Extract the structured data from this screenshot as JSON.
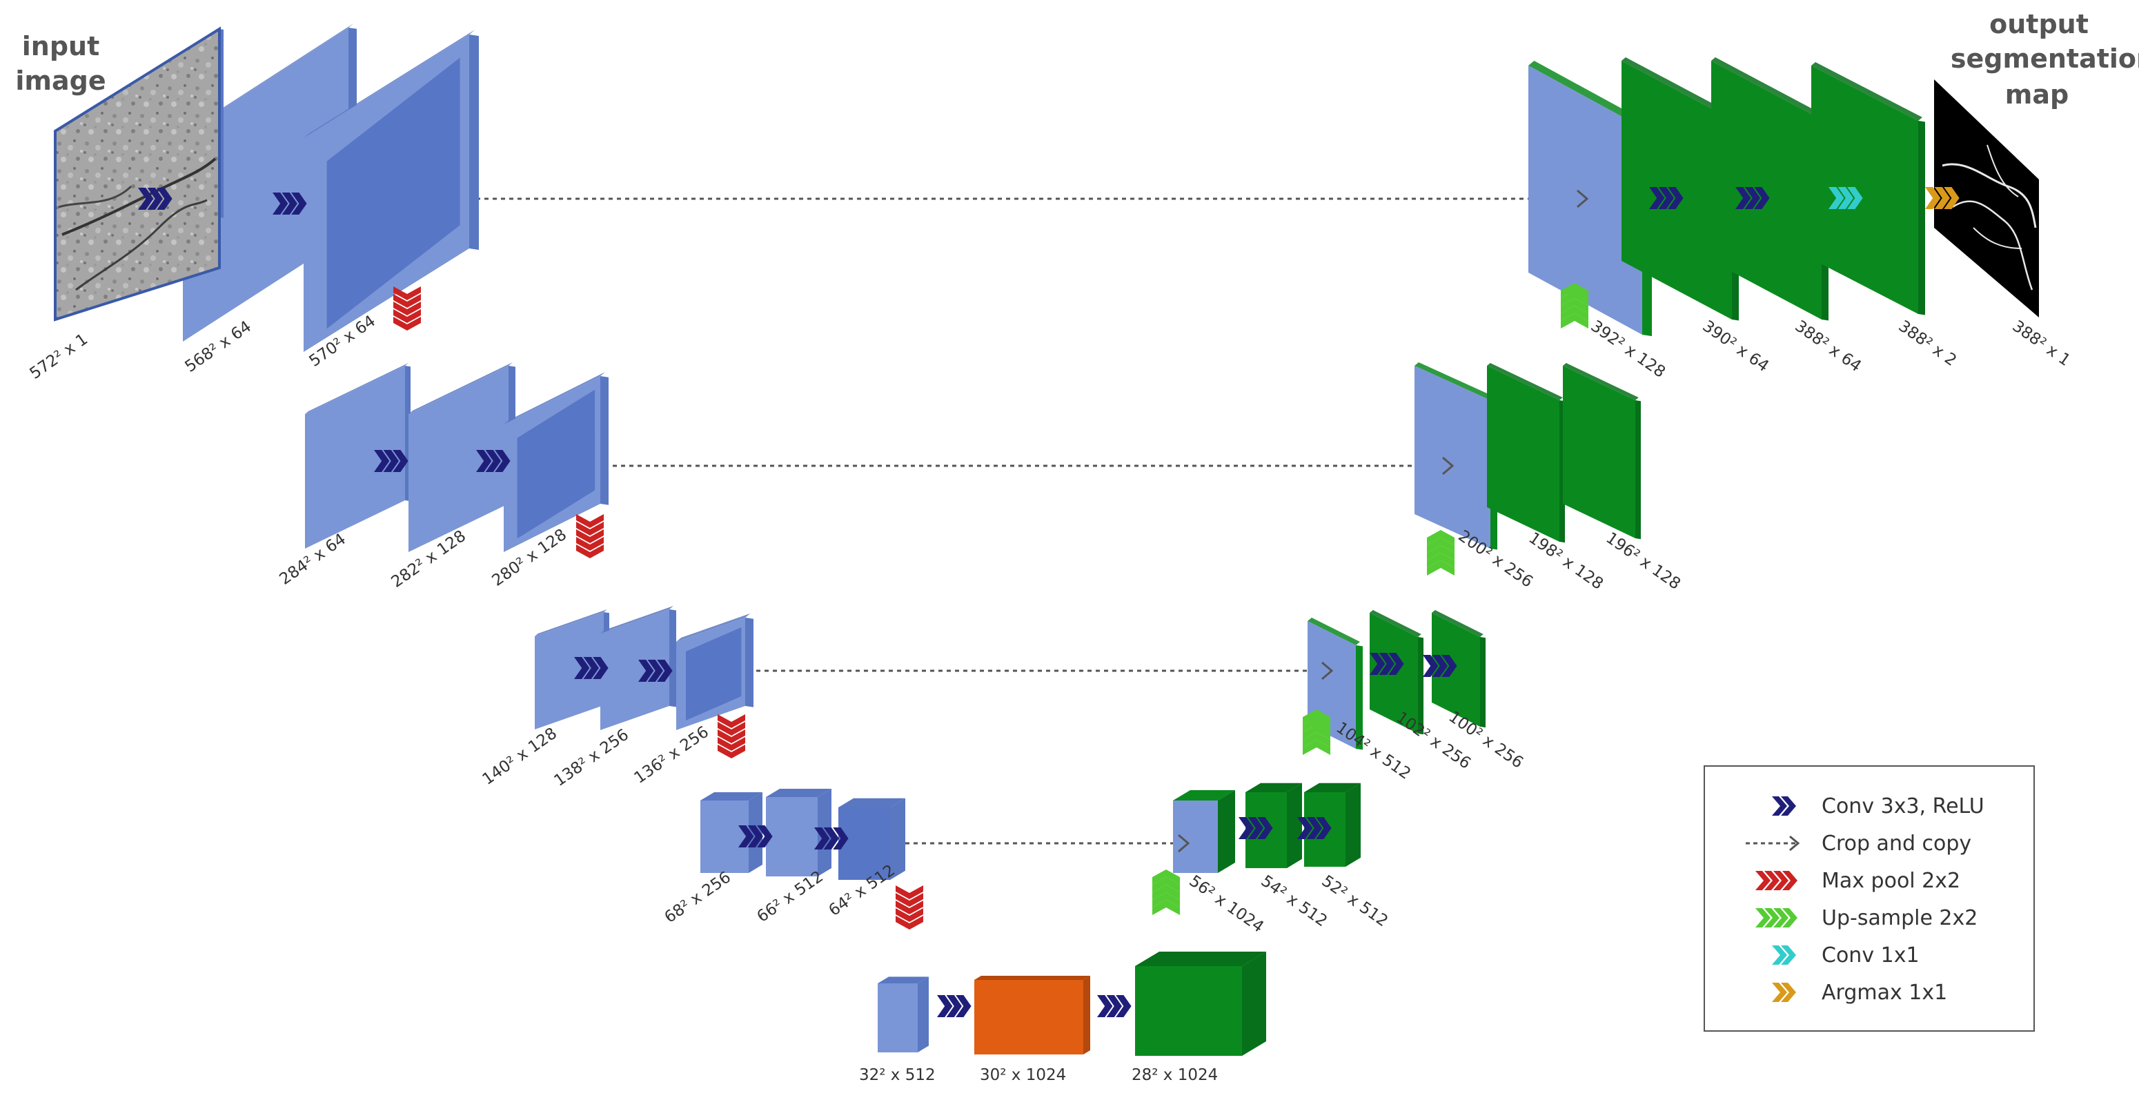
{
  "titles": {
    "input_line1": "input",
    "input_line2": "image",
    "output_line1": "output",
    "output_line2": "segmentation",
    "output_line3": "map"
  },
  "colors": {
    "encoder_face": "#7b96d6",
    "encoder_side": "#5a77c2",
    "encoder_inner": "#5776c6",
    "decoder_face": "#0a8a1e",
    "decoder_side": "#06701a",
    "bottleneck_face": "#e05d12",
    "bottleneck_side": "#b5480c",
    "conv3x3": "#1f1f7a",
    "crop_copy": "#555555",
    "maxpool": "#cc2222",
    "upsample": "#55cc33",
    "conv1x1": "#33cccc",
    "argmax": "#d99a1a",
    "output_map": "#000000"
  },
  "dims": {
    "d0": "572² x 1",
    "d1": "568² x 64",
    "d2": "570² x 64",
    "d3": "284² x 64",
    "d4": "282² x 128",
    "d5": "280² x 128",
    "d6": "140² x 128",
    "d7": "138² x 256",
    "d8": "136² x 256",
    "d9": "68² x 256",
    "d10": "66² x 512",
    "d11": "64² x 512",
    "d12": "32² x 512",
    "d13": "30² x 1024",
    "d14": "28² x 1024",
    "d15": "56² x 1024",
    "d16": "54² x 512",
    "d17": "52² x 512",
    "d18": "104² x 512",
    "d19": "102² x 256",
    "d20": "100² x 256",
    "d21": "200² x 256",
    "d22": "198² x 128",
    "d23": "196² x 128",
    "d24": "392² x 128",
    "d25": "390² x 64",
    "d26": "388² x 64",
    "d27": "388² x 2",
    "d28": "388² x 1"
  },
  "legend": {
    "items": [
      {
        "label": "Conv 3x3, ReLU",
        "icon": "conv-3x3-icon"
      },
      {
        "label": "Crop and copy",
        "icon": "crop-copy-arrow-icon"
      },
      {
        "label": "Max pool 2x2",
        "icon": "max-pool-icon"
      },
      {
        "label": "Up-sample 2x2",
        "icon": "up-sample-icon"
      },
      {
        "label": "Conv 1x1",
        "icon": "conv-1x1-icon"
      },
      {
        "label": "Argmax 1x1",
        "icon": "argmax-icon"
      }
    ]
  }
}
